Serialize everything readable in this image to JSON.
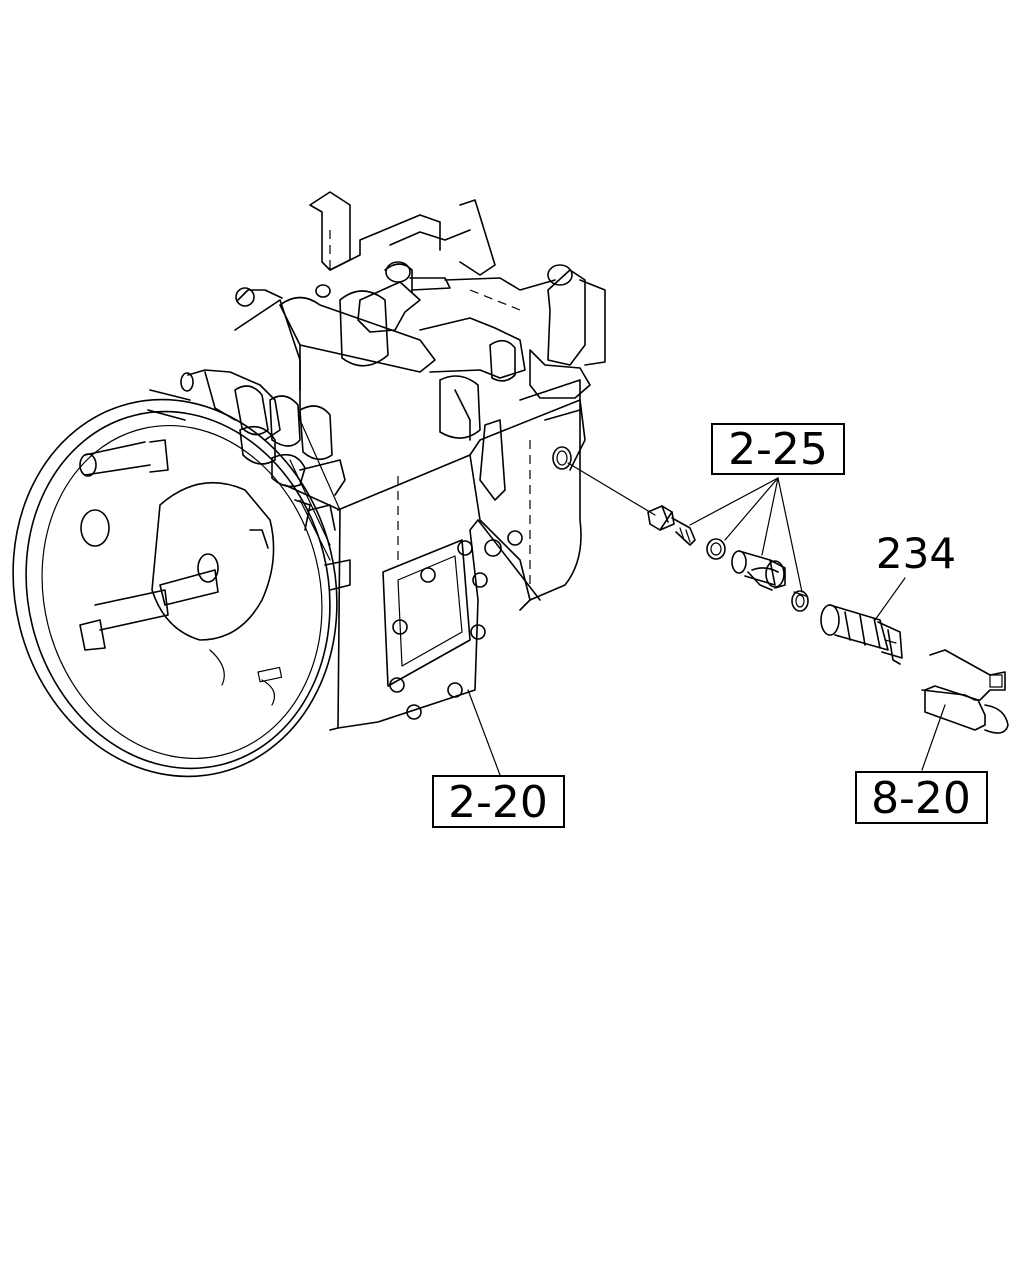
{
  "callouts": {
    "ref_2_25": "2-25",
    "ref_2_20": "2-20",
    "ref_8_20": "8-20",
    "part_234": "234"
  },
  "colors": {
    "line": "#000000",
    "background": "#ffffff"
  }
}
